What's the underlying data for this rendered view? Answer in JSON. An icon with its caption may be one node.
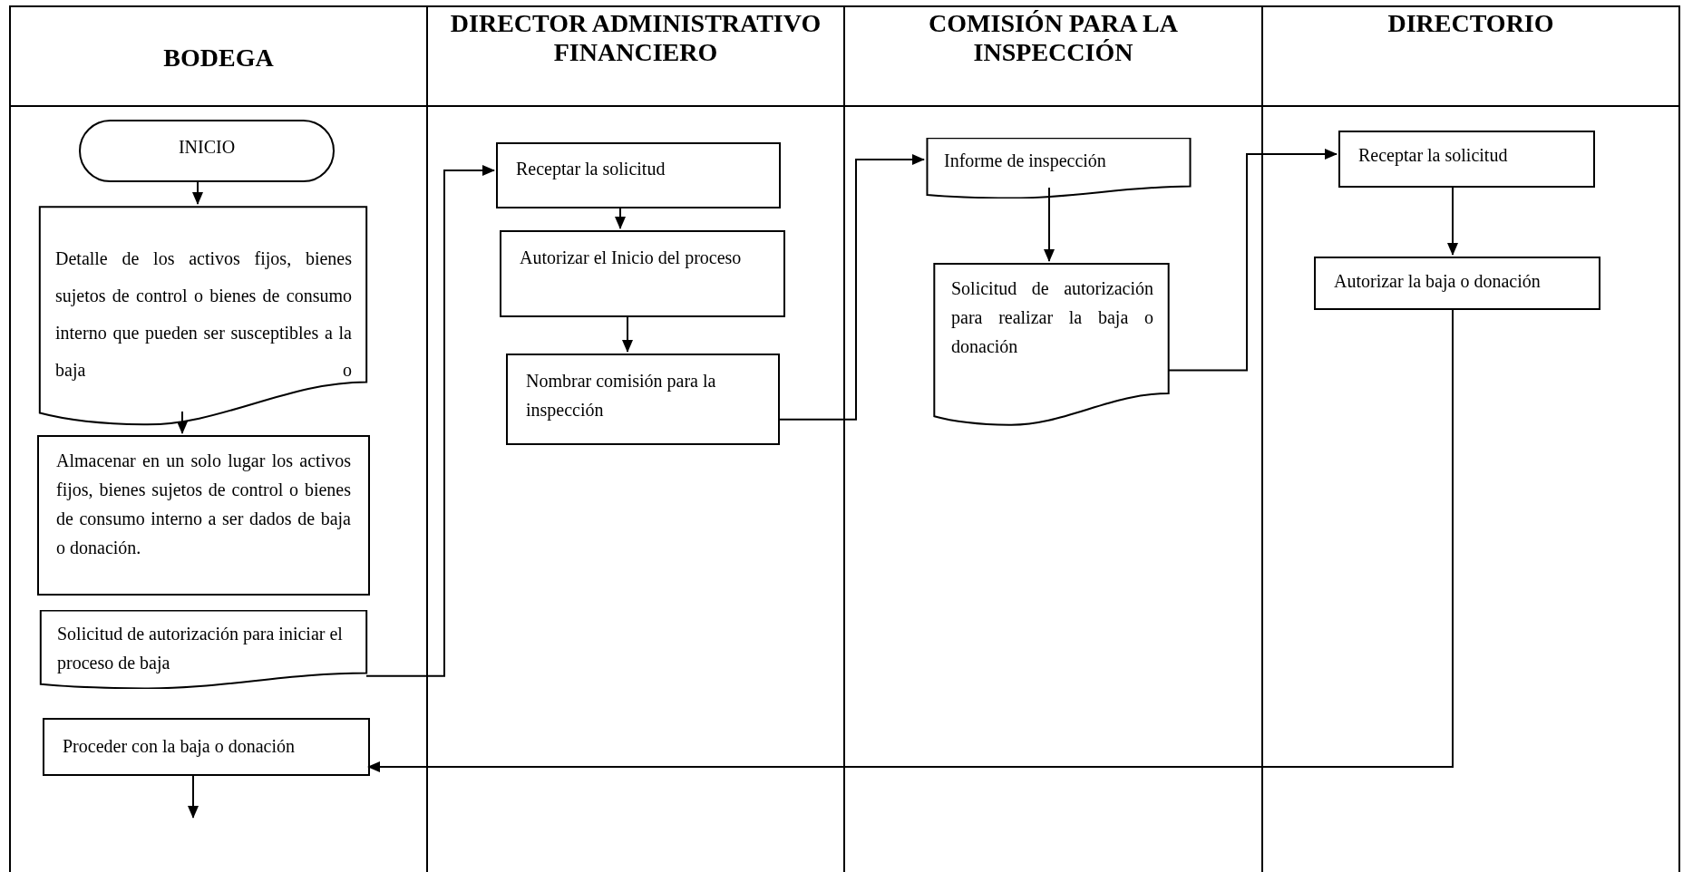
{
  "diagram": {
    "nodes": [
      {
        "text": [
          "BODEGA"
        ]
      },
      {
        "text": [
          "INICIO"
        ],
        "in": 0
      },
      {
        "text": [
          "Detalle de los activos fijos, bienes sujetos de control o bienes de consumo interno que pueden ser susceptibles a la baja o"
        ],
        "in": 0
      },
      {
        "text": [
          "Almacenar en un solo lugar los activos fijos, bienes sujetos de control o bienes de consumo interno a ser dados de baja o donación."
        ],
        "in": 0
      },
      {
        "text": [
          "Solicitud de autorización para iniciar el proceso de baja"
        ],
        "in": 0
      },
      {
        "text": [
          "Proceder con la baja o donación"
        ],
        "in": 0
      },
      {
        "text": [
          "DIRECTOR ADMINISTRATIVO FINANCIERO"
        ]
      },
      {
        "text": [
          "Receptar la solicitud"
        ],
        "in": 6
      },
      {
        "text": [
          "Autorizar el Inicio del proceso"
        ],
        "in": 6
      },
      {
        "text": [
          "Nombrar comisión para la inspección"
        ],
        "in": 6
      },
      {
        "text": [
          "COMISIÓN PARA LA INSPECCIÓN"
        ]
      },
      {
        "text": [
          "Informe  de inspección"
        ],
        "in": 10
      },
      {
        "text": [
          "Solicitud de autorización para realizar la baja o donación"
        ],
        "in": 10
      },
      {
        "text": [
          "DIRECTORIO"
        ]
      },
      {
        "text": [
          "Receptar la solicitud"
        ],
        "in": 13
      },
      {
        "text": [
          "Autorizar la baja o donación"
        ],
        "in": 13
      }
    ],
    "edges": [
      {
        "from": 1,
        "to": 2,
        "arrow": "to"
      },
      {
        "from": 2,
        "to": 3,
        "arrow": "to"
      },
      {
        "from": 4,
        "to": 7,
        "arrow": "to"
      },
      {
        "from": 7,
        "to": 8,
        "arrow": "to"
      },
      {
        "from": 8,
        "to": 9,
        "arrow": "to"
      },
      {
        "from": 9,
        "to": 11,
        "arrow": "to"
      },
      {
        "from": 11,
        "to": 12,
        "arrow": "to"
      },
      {
        "from": 12,
        "to": 14,
        "arrow": "to"
      },
      {
        "from": 14,
        "to": 15,
        "arrow": "to"
      },
      {
        "from": 15,
        "to": 5,
        "arrow": "to"
      },
      {
        "from": 5,
        "to": null,
        "arrow": "to"
      }
    ]
  }
}
